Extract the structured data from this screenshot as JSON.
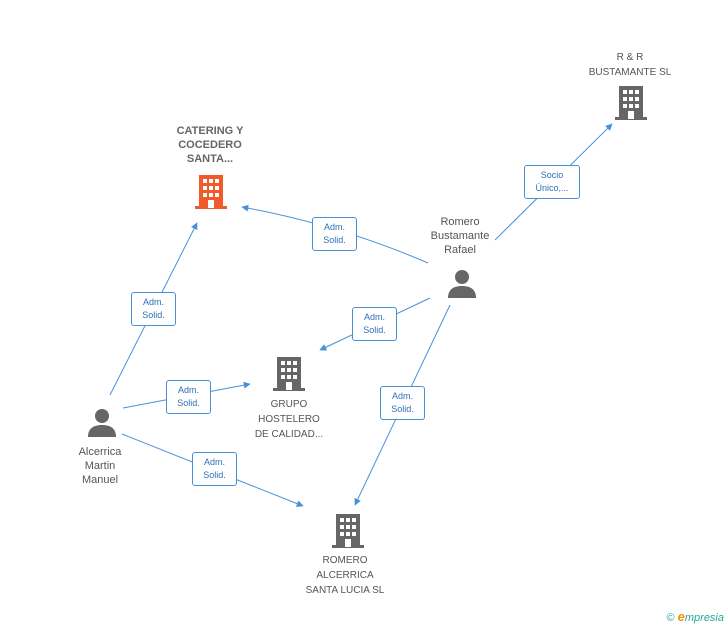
{
  "nodes": {
    "catering": {
      "label_lines": [
        "CATERING Y",
        "COCEDERO",
        "SANTA..."
      ],
      "icon": "building-icon",
      "color": "#f15a29"
    },
    "rr": {
      "label_lines": [
        "R & R",
        "BUSTAMANTE SL"
      ],
      "icon": "building-icon",
      "color": "#666666"
    },
    "romero_person": {
      "label_lines": [
        "Romero",
        "Bustamante",
        "Rafael"
      ],
      "icon": "person-icon",
      "color": "#666666"
    },
    "grupo": {
      "label_lines": [
        "GRUPO",
        "HOSTELERO",
        "DE CALIDAD..."
      ],
      "icon": "building-icon",
      "color": "#666666"
    },
    "alcerrica": {
      "label_lines": [
        "Alcerrica",
        "Martin",
        "Manuel"
      ],
      "icon": "person-icon",
      "color": "#666666"
    },
    "romero_sl": {
      "label_lines": [
        "ROMERO",
        "ALCERRICA",
        "SANTA LUCIA SL"
      ],
      "icon": "building-icon",
      "color": "#666666"
    }
  },
  "edges": [
    {
      "id": "romero-catering",
      "line1": "Adm.",
      "line2": "Solid."
    },
    {
      "id": "romero-rr",
      "line1": "Socio",
      "line2": "Único,..."
    },
    {
      "id": "romero-grupo",
      "line1": "Adm.",
      "line2": "Solid."
    },
    {
      "id": "romero-romerosl",
      "line1": "Adm.",
      "line2": "Solid."
    },
    {
      "id": "alcerrica-catering",
      "line1": "Adm.",
      "line2": "Solid."
    },
    {
      "id": "alcerrica-grupo",
      "line1": "Adm.",
      "line2": "Solid."
    },
    {
      "id": "alcerrica-romerosl",
      "line1": "Adm.",
      "line2": "Solid."
    }
  ],
  "colors": {
    "edge": "#4a90d9",
    "main_building": "#f15a29",
    "building": "#666666",
    "person": "#666666"
  },
  "footer": {
    "copyright": "©",
    "brand_e": "e",
    "brand_rest": "mpresia"
  }
}
